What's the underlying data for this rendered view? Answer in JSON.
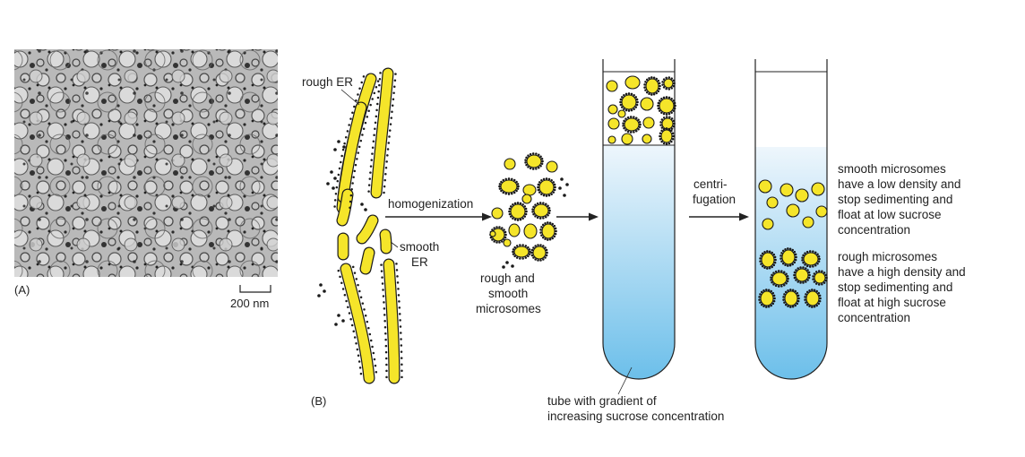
{
  "panel_a": {
    "label": "(A)",
    "scale_bar": "200 nm"
  },
  "panel_b": {
    "label": "(B)",
    "rough_er": "rough ER",
    "smooth_er_1": "smooth",
    "smooth_er_2": "ER",
    "homogenization": "homogenization",
    "mix_1": "rough and",
    "mix_2": "smooth",
    "mix_3": "microsomes",
    "centri_1": "centri-",
    "centri_2": "fugation",
    "tube_1": "tube with gradient of",
    "tube_2": "increasing sucrose concentration",
    "smooth_note": [
      "smooth microsomes",
      "have a low density and",
      "stop sedimenting and",
      "float at low sucrose",
      "concentration"
    ],
    "rough_note": [
      "rough microsomes",
      "have a high density and",
      "stop sedimenting and",
      "float at high sucrose",
      "concentration"
    ]
  },
  "colors": {
    "vesicle_fill": "#f5e52a",
    "outline": "#1a1a1a",
    "gradient_top": "#eef6fc",
    "gradient_bottom": "#6cbfea"
  }
}
